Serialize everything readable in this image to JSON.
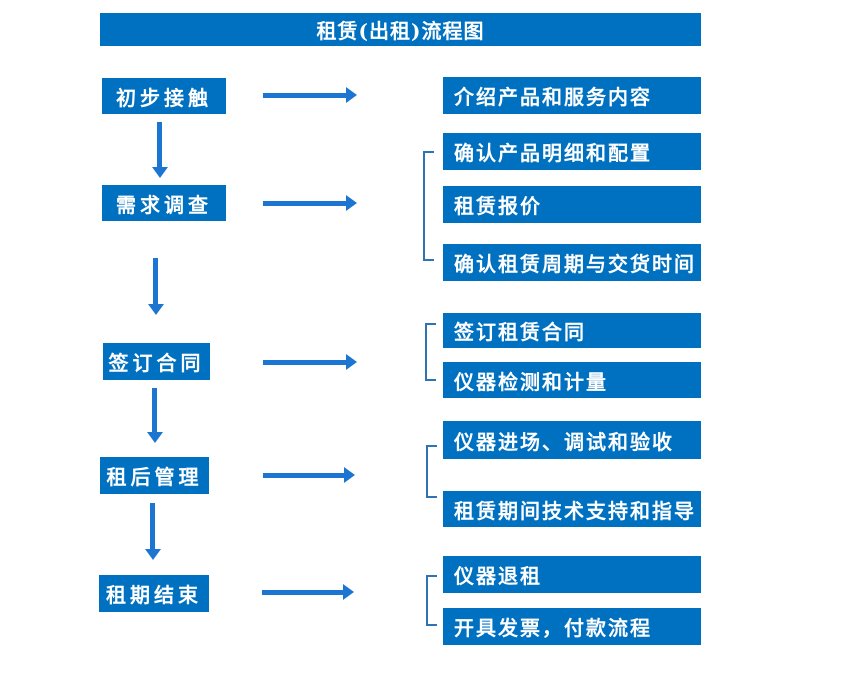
{
  "title": "租赁(出租)流程图",
  "colors": {
    "box_fill": "#0070C0",
    "arrow": "#1B75D1",
    "bracket": "#2E74B5",
    "text_color": "#FFFFFF",
    "background": "#FFFFFF"
  },
  "flow": {
    "steps": [
      {
        "label": "初步接触",
        "details": [
          "介绍产品和服务内容"
        ]
      },
      {
        "label": "需求调查",
        "details": [
          "确认产品明细和配置",
          "租赁报价",
          "确认租赁周期与交货时间"
        ]
      },
      {
        "label": "签订合同",
        "details": [
          "签订租赁合同",
          "仪器检测和计量"
        ]
      },
      {
        "label": "租后管理",
        "details": [
          "仪器进场、调试和验收",
          "租赁期间技术支持和指导"
        ]
      },
      {
        "label": "租期结束",
        "details": [
          "仪器退租",
          "开具发票，付款流程"
        ]
      }
    ]
  }
}
